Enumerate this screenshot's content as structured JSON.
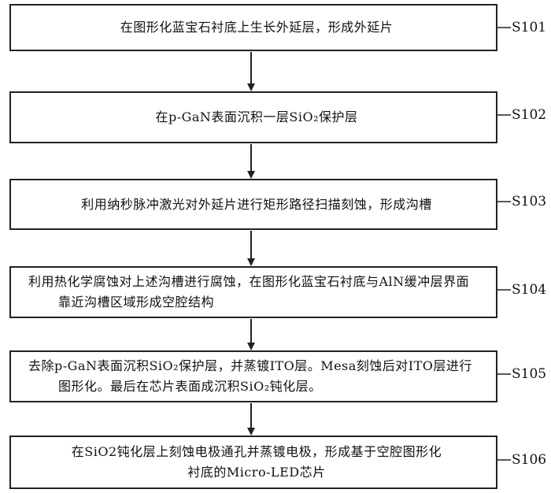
{
  "steps": [
    {
      "id": "S101",
      "lines": [
        "在图形化蓝宝石衬底上生长外延层，形成外延片"
      ]
    },
    {
      "id": "S102",
      "lines": [
        "在p-GaN表面沉积一层SiO₂保护层"
      ]
    },
    {
      "id": "S103",
      "lines": [
        "利用纳秒脉冲激光对外延片进行矩形路径扫描刻蚀，形成沟槽"
      ]
    },
    {
      "id": "S104",
      "lines": [
        "利用热化学腐蚀对上述沟槽进行腐蚀，在图形化蓝宝石衬底与AlN缓冲层界面",
        "靠近沟槽区域形成空腔结构"
      ]
    },
    {
      "id": "S105",
      "lines": [
        "去除p-GaN表面沉积SiO₂保护层，并蒸镀ITO层。Mesa刻蚀后对ITO层进行",
        "图形化。最后在芯片表面成沉积SiO₂钝化层。"
      ]
    },
    {
      "id": "S106",
      "lines": [
        "在SiO2钝化层上刻蚀电极通孔并蒸镀电极，形成基于空腔图形化",
        "衬底的Micro-LED芯片"
      ]
    }
  ]
}
